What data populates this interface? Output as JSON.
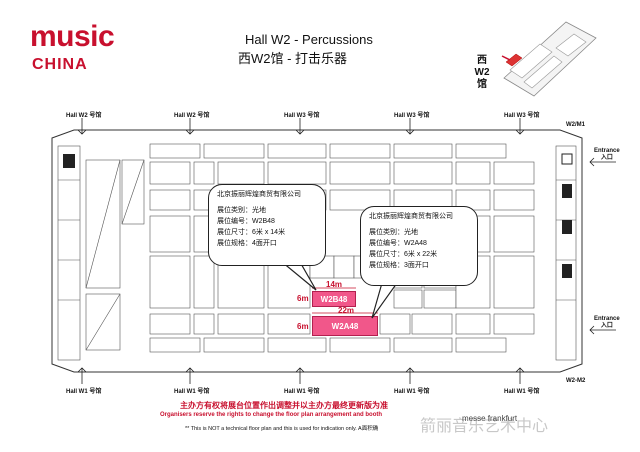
{
  "logo": {
    "line1": "music",
    "line2": "CHINA"
  },
  "title": {
    "en": "Hall W2 - Percussions",
    "cn": "西W2馆 - 打击乐器"
  },
  "mini_map_label": "西W2馆",
  "gates": {
    "top": [
      "Hall W2 号馆",
      "Hall W2 号馆",
      "Hall W3 号馆",
      "Hall W3 号馆",
      "Hall W3 号馆"
    ],
    "bottom": [
      "Hall W1 号馆",
      "Hall W1 号馆",
      "Hall W1 号馆",
      "Hall W1 号馆",
      "Hall W1 号馆"
    ],
    "right_top": "W2/M1",
    "right_bottom": "W2-M2"
  },
  "entrances": [
    {
      "en": "Entrance",
      "cn": "入口"
    },
    {
      "en": "Entrance",
      "cn": "入口"
    }
  ],
  "booths": [
    {
      "id": "W2B48",
      "depth": "6m",
      "width": "14m",
      "color": "#f1578a"
    },
    {
      "id": "W2A48",
      "depth": "6m",
      "width": "22m",
      "color": "#f1578a"
    }
  ],
  "callouts": [
    {
      "company": "北京振丽辉煌商贸有限公司",
      "type": "展位类别：光地",
      "number": "展位编号：W2B48",
      "size": "展位尺寸：6米 x 14米",
      "spec": "展位规格：4面开口"
    },
    {
      "company": "北京振丽辉煌商贸有限公司",
      "type": "展位类别：光地",
      "number": "展位编号：W2A48",
      "size": "展位尺寸：6米 x 22米",
      "spec": "展位规格：3面开口"
    }
  ],
  "footer": {
    "cn": "主办方有权将展台位置作出调整并以主办方最终更新版为准",
    "en": "Organisers reserve the rights to change the floor plan arrangement and booth",
    "note": "** This is NOT a technical floor plan and this is used for indication only. A面积确",
    "brand": "messe frankfurt",
    "watermark": "箭丽音乐艺术中心"
  }
}
